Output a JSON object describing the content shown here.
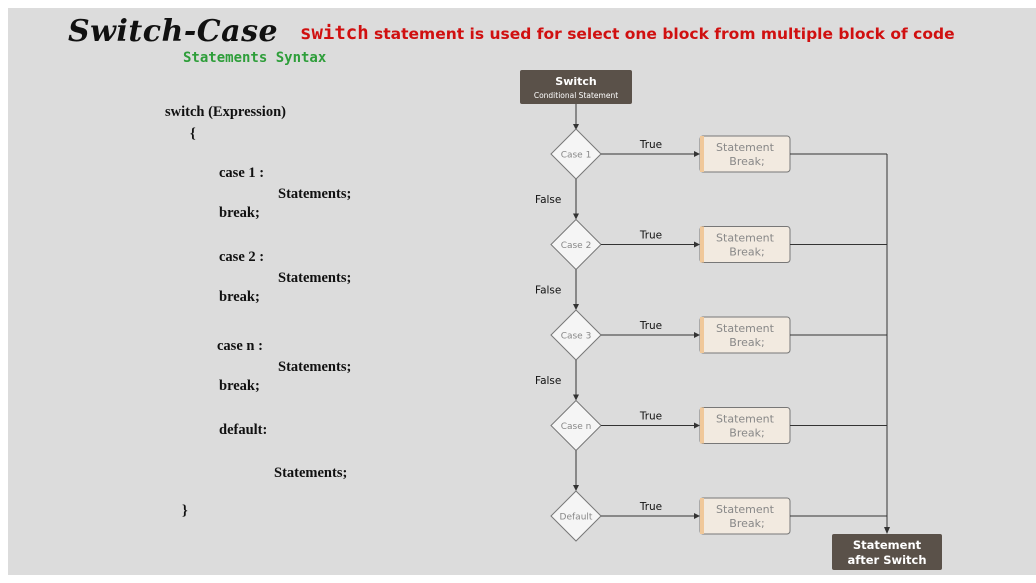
{
  "header": {
    "title": "Switch-Case",
    "subtitle": "Statements Syntax",
    "description_keyword": "switch",
    "description_rest": " statement is used for select one block from multiple block of code"
  },
  "code": {
    "line1": "switch (Expression)",
    "open_brace": "{",
    "case1": "case 1 :",
    "stmt1": "Statements;",
    "break1": "break;",
    "case2": "case 2 :",
    "stmt2": "Statements;",
    "break2": "break;",
    "casen": "case n :",
    "stmtn": "Statements;",
    "breakn": "break;",
    "default": "default:",
    "stmt_default": "Statements;",
    "close_brace": "}"
  },
  "flowchart": {
    "start_title": "Switch",
    "start_subtitle": "Conditional Statement",
    "cases": [
      "Case 1",
      "Case 2",
      "Case 3",
      "Case n",
      "Default"
    ],
    "true_label": "True",
    "false_label": "False",
    "statement_line1": "Statement",
    "statement_line2": "Break;",
    "end_line1": "Statement",
    "end_line2": "after Switch"
  },
  "colors": {
    "background": "#dcdcdc",
    "title_green": "#2e9e3a",
    "desc_red": "#d01010",
    "dark_box": "#5a5149",
    "statement_fill": "#f2eae0"
  }
}
